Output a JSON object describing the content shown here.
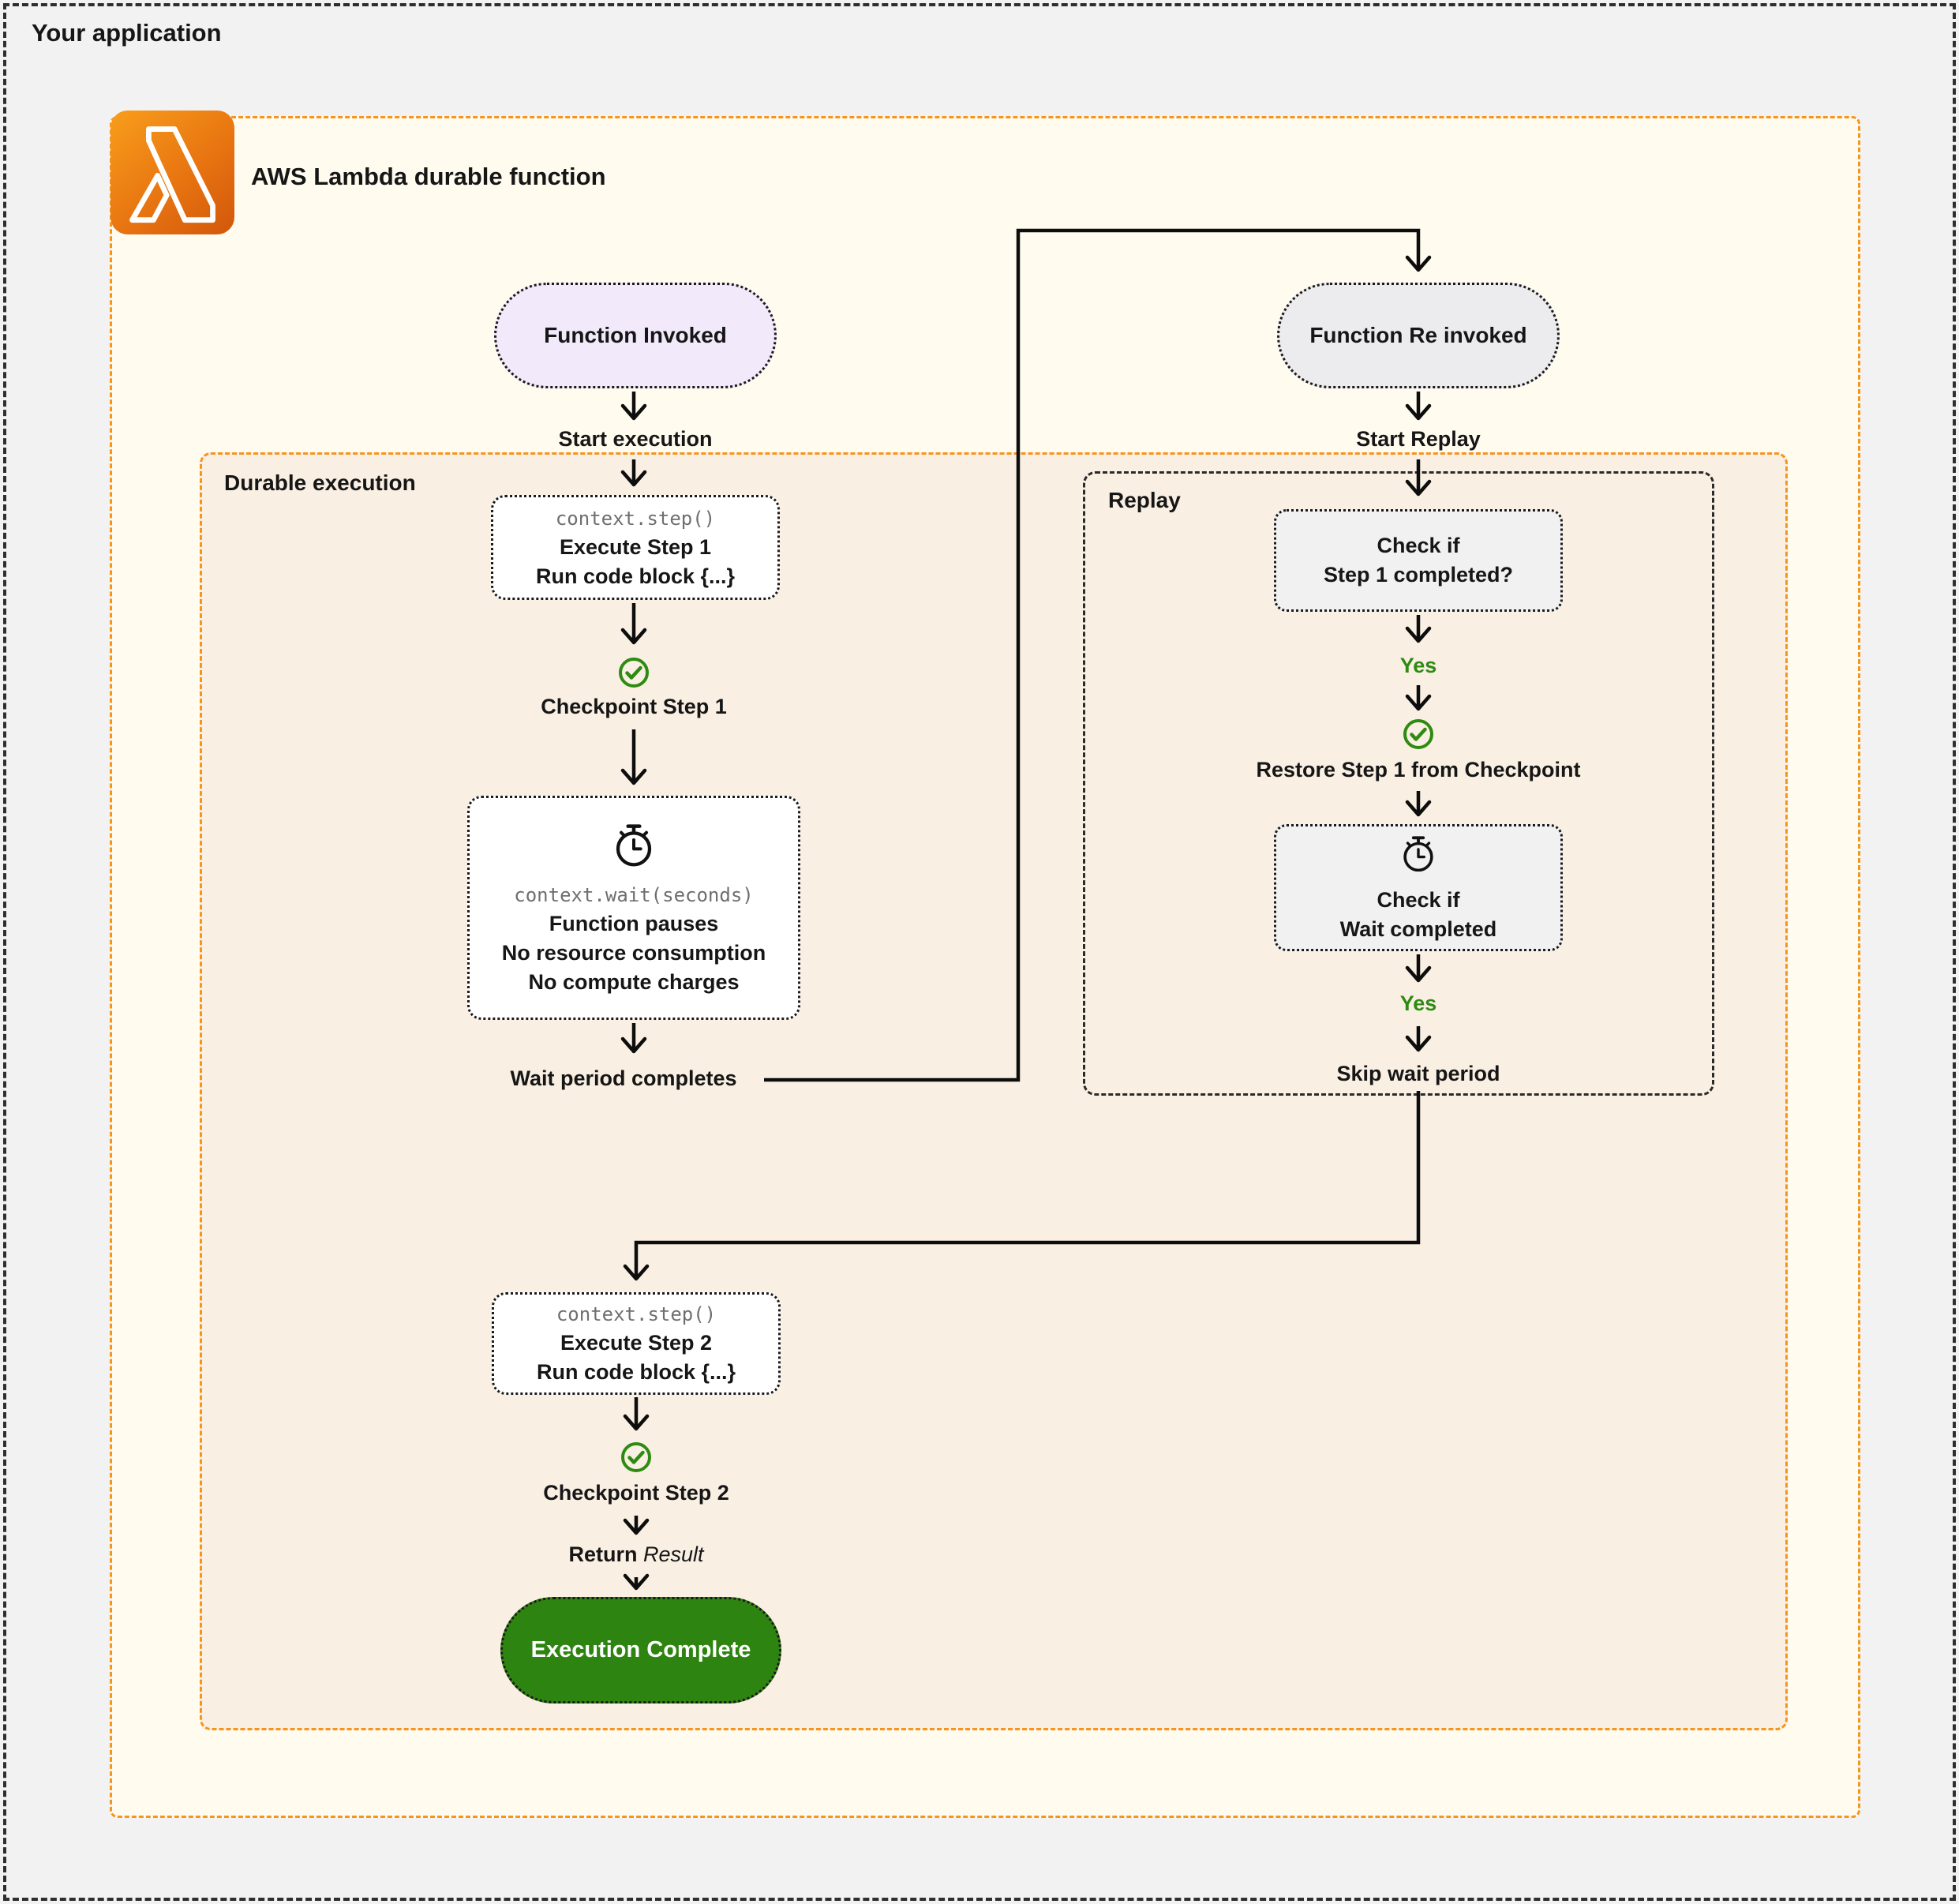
{
  "outer": {
    "title": "Your application"
  },
  "header": {
    "title": "AWS Lambda durable function"
  },
  "colors": {
    "outer-bg": "#F2F2F3",
    "outer-border": "#2E2E2E",
    "cream": "#FFFBEF",
    "peach": "#F9EFE3",
    "orange": "#F7941D",
    "node-border": "#1A1A1A",
    "lavender": "#F2E9FA",
    "gray-node": "#F1F1F2",
    "gray-pill": "#ECECEE",
    "green-dark": "#2E8410",
    "green": "#2E8B12",
    "line": "#0D0D0D",
    "code-gray": "#6E6E6E",
    "text": "#161616"
  },
  "icons": {
    "lambda": "aws-lambda-icon",
    "stopwatch": "stopwatch-icon",
    "checkmark": "check-circle-icon"
  },
  "flow": {
    "function_invoked": "Function Invoked",
    "start_execution": "Start execution",
    "durable_execution_label": "Durable execution",
    "step1": {
      "code": "context.step()",
      "title": "Execute Step 1",
      "subtitle": "Run code block {...}"
    },
    "checkpoint_step1": "Checkpoint Step 1",
    "wait_box": {
      "code": "context.wait(seconds)",
      "line1": "Function pauses",
      "line2": "No resource consumption",
      "line3": "No compute charges"
    },
    "wait_period_completes": "Wait period completes",
    "function_reinvoked": "Function Re invoked",
    "start_replay": "Start Replay",
    "replay_label": "Replay",
    "check_step1": {
      "line1": "Check if",
      "line2": "Step 1 completed?"
    },
    "yes_step1": "Yes",
    "restore_step1": "Restore Step 1 from Checkpoint",
    "check_wait": {
      "line1": "Check if",
      "line2": "Wait completed"
    },
    "yes_wait": "Yes",
    "skip_wait_period": "Skip wait period",
    "step2": {
      "code": "context.step()",
      "title": "Execute Step 2",
      "subtitle": "Run code block {...}"
    },
    "checkpoint_step2": "Checkpoint Step 2",
    "return_label": "Return",
    "return_value": "Result",
    "execution_complete": "Execution Complete"
  }
}
